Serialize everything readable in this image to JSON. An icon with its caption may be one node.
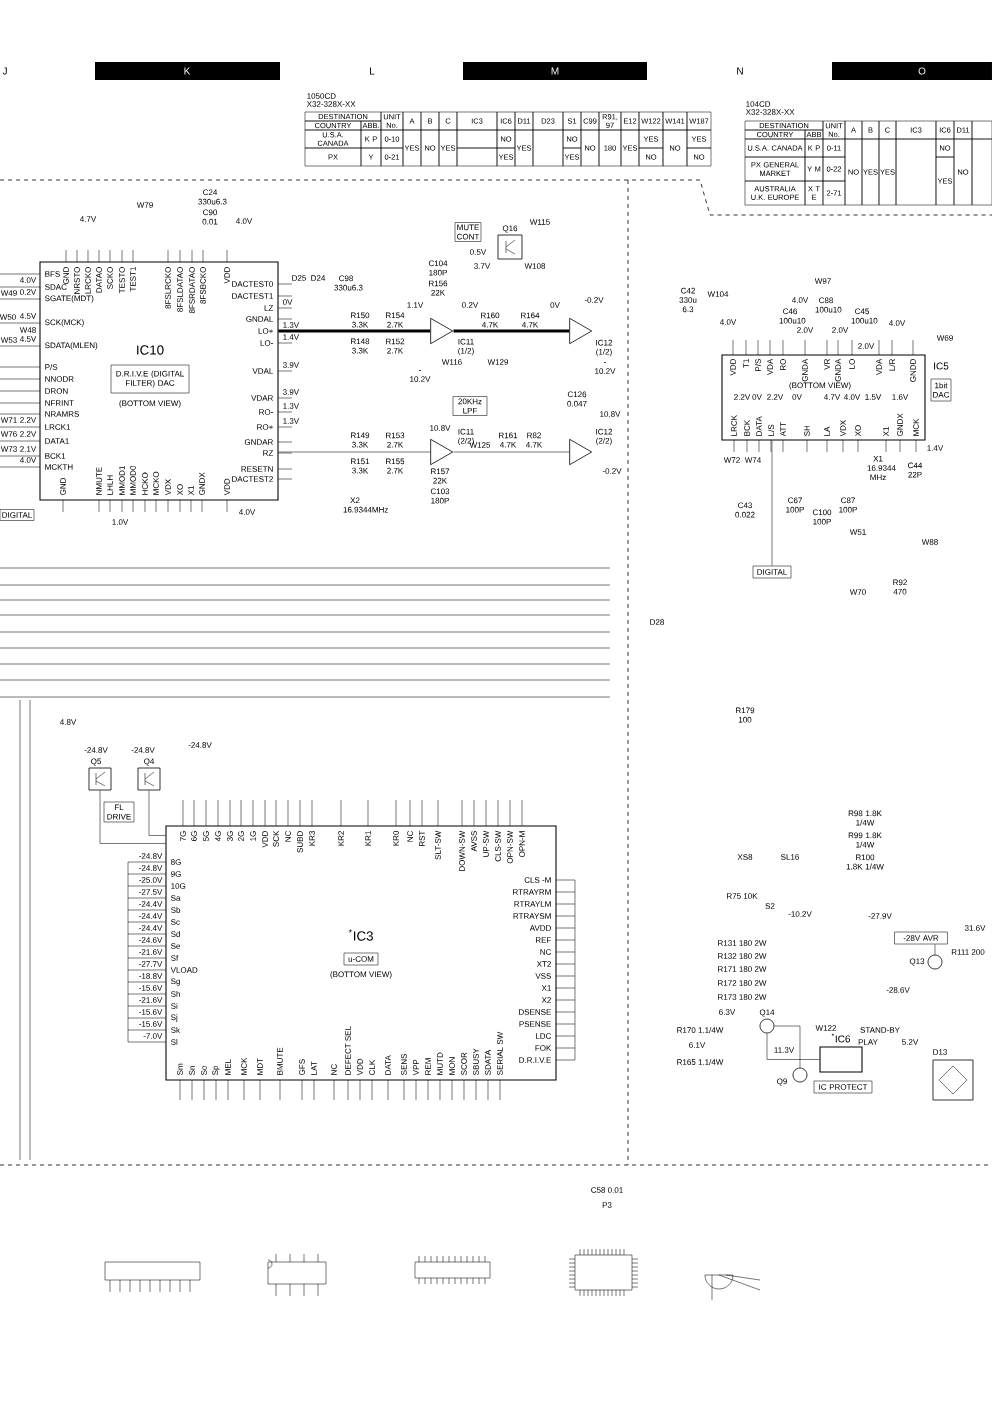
{
  "diagram": {
    "nodes": [
      {
        "text": [
          "IC10",
          "(BOTTOM VIEW)"
        ]
      },
      {
        "text": [
          "D.R.I.V.E (DIGITAL FILTER) DAC"
        ],
        "in": 0
      },
      {
        "text": [],
        "shape": "triangle",
        "beside": [
          "IC11 (1/2)"
        ]
      },
      {
        "text": [],
        "shape": "triangle",
        "beside": [
          "IC11 (2/2)"
        ]
      },
      {
        "text": [],
        "shape": "triangle",
        "beside": [
          "IC12 (1/2)"
        ]
      },
      {
        "text": [],
        "shape": "triangle",
        "beside": [
          "IC12 (2/2)"
        ]
      },
      {
        "text": [
          "MUTE CONT"
        ]
      },
      {
        "text": [],
        "shape": "box",
        "beside": [
          "Q16"
        ]
      },
      {
        "text": [
          "20KHz LPF"
        ]
      },
      {
        "text": [
          "IC5",
          "(BOTTOM VIEW)"
        ]
      },
      {
        "text": [
          "1bit DAC"
        ]
      },
      {
        "text": [
          "DIGITAL"
        ]
      },
      {
        "text": [
          "$^{*}$IC3",
          "(BOTTOM VIEW)"
        ]
      },
      {
        "text": [
          "u-COM"
        ],
        "in": 12
      },
      {
        "text": [],
        "shape": "box",
        "beside": [
          "Q5"
        ]
      },
      {
        "text": [],
        "shape": "box",
        "beside": [
          "Q4"
        ]
      },
      {
        "text": [
          "FL DRIVE"
        ]
      },
      {
        "text": [
          "DIGITAL"
        ]
      },
      {
        "text": [
          "-28V AVR"
        ]
      },
      {
        "text": [],
        "shape": "circle",
        "beside": [
          "Q13"
        ]
      },
      {
        "text": [],
        "shape": "circle",
        "beside": [
          "Q14"
        ]
      },
      {
        "text": [],
        "shape": "circle",
        "beside": [
          "Q9"
        ]
      },
      {
        "text": [
          "$^{*}$IC6"
        ]
      },
      {
        "text": [
          "IC PROTECT"
        ]
      },
      {
        "text": [],
        "shape": "box",
        "beside": [
          "D13"
        ]
      }
    ],
    "edges": [
      {
        "from": 0,
        "to": 2,
        "arrow": "none",
        "style": "thick"
      },
      {
        "from": 0,
        "to": 3,
        "arrow": "none"
      },
      {
        "from": 2,
        "to": 4,
        "arrow": "none",
        "style": "thick"
      },
      {
        "from": 3,
        "to": 5,
        "arrow": "none"
      },
      {
        "from": 11,
        "to": 9,
        "arrow": "none"
      },
      {
        "from": 14,
        "to": 12,
        "arrow": "none"
      },
      {
        "from": 15,
        "to": 12,
        "arrow": "none"
      },
      {
        "from": 18,
        "to": 19,
        "arrow": "none"
      },
      {
        "from": 20,
        "to": 22,
        "arrow": "none"
      },
      {
        "from": 21,
        "to": 20,
        "arrow": "none"
      }
    ],
    "labels": [
      "J",
      "K",
      "L",
      "M",
      "N",
      "O",
      "1050CD",
      "X32-328X-XX",
      "DESTINATION",
      "UNIT No.",
      "A",
      "B",
      "C",
      "IC3",
      "IC6",
      "D11",
      "D23",
      "S1",
      "C99",
      "R91, 97",
      "E12",
      "W122",
      "W141",
      "W187",
      "COUNTRY",
      "ABB.",
      "U.S.A. CANADA",
      "K P",
      "0-10",
      "YES",
      "NO",
      "YES",
      "NO",
      "YES",
      "NO",
      "NO",
      "180",
      "YES",
      "YES",
      "NO",
      "YES",
      "PX",
      "Y",
      "0-21",
      "YES",
      "YES",
      "NO",
      "NO",
      "104CD",
      "X32-328X-XX",
      "DESTINATION",
      "UNIT No.",
      "A",
      "B",
      "C",
      "IC3",
      "IC6",
      "D11",
      "COUNTRY",
      "ABB",
      "U.S.A. CANADA",
      "K P",
      "0-11",
      "NO",
      "YES",
      "YES",
      "NO",
      "NO",
      "PX GENERAL MARKET",
      "Y M",
      "0-22",
      "YES",
      "AUSTRALIA U.K. EUROPE",
      "X T E",
      "2-71",
      "BFS",
      "SDAC",
      "SGATE(MDT)",
      "SCK(MCK)",
      "SDATA(MLEN)",
      "P/S",
      "NNODR",
      "DRON",
      "NFRINT",
      "NRAMRS",
      "LRCK1",
      "DATA1",
      "BCK1",
      "MCKTH",
      "DACTEST0",
      "DACTEST1",
      "LZ",
      "GNDAL",
      "LO+",
      "LO-",
      "VDAL",
      "VDAR",
      "RO-",
      "RO+",
      "GNDAR",
      "RZ",
      "RESETN",
      "DACTEST2",
      "GND",
      "NRSTO",
      "LRCKO",
      "DATAO",
      "SCKO",
      "TESTO",
      "TEST1",
      "8FSLRCKO",
      "8FSLDATAO",
      "8FSRDATAO",
      "8FSBCKO",
      "VDD",
      "GND",
      "NMUTE",
      "LHLH",
      "MMOD1",
      "MMOD0",
      "HCKO",
      "MCKO",
      "VDX",
      "XO",
      "X1",
      "GNDX",
      "VDD",
      "4.0V",
      "0.2V",
      "4.5V",
      "4.5V",
      "2.2V",
      "2.2V",
      "2.1V",
      "4.0V",
      "W49",
      "W50",
      "W48",
      "W53",
      "W71",
      "W76",
      "W73",
      "0V",
      "1.3V",
      "1.4V",
      "3.9V",
      "3.9V",
      "1.3V",
      "1.3V",
      "C24 330u6.3",
      "C90 0.01",
      "W79",
      "4.7V",
      "4.0V",
      "D25",
      "D24",
      "C98 330u6.3",
      "4.0V",
      "1.0V",
      "X2 16.9344MHz",
      "0.5V",
      "3.7V",
      "W108",
      "W115",
      "C104 180P",
      "R156 22K",
      "1.1V",
      "0.2V",
      "R150 3.3K",
      "R154 2.7K",
      "R160 4.7K",
      "R164 4.7K",
      "0V",
      "-0.2V",
      "R148 3.3K",
      "R152 2.7K",
      "W116",
      "W129",
      "-10.2V",
      "-10.2V",
      "10.8V",
      "R149 3.3K",
      "R153 2.7K",
      "W125",
      "R161 4.7K",
      "R82 4.7K",
      "R151 3.3K",
      "R155 2.7K",
      "R157 22K",
      "C103 180P",
      "C126 0.047",
      "10.8V",
      "-0.2V",
      "VDD",
      "T1",
      "P/S",
      "VDA",
      "RO",
      "GNDA",
      "VR",
      "GNDA",
      "LO",
      "VDA",
      "L/R",
      "GNDD",
      "LRCK",
      "BCK",
      "DATA",
      "L/S",
      "ATT",
      "SH",
      "LA",
      "VDX",
      "XO",
      "X1",
      "GNDX",
      "MCK",
      "4.0V",
      "4.0V",
      "2.0V",
      "2.0V",
      "2.0V",
      "4.0V",
      "2.2V",
      "0V",
      "2.2V",
      "0V",
      "4.7V",
      "4.0V",
      "1.5V",
      "1.6V",
      "1.4V",
      "C42 330u 6.3",
      "W104",
      "W97",
      "C46 100u10",
      "C88 100u10",
      "C45 100u10",
      "W69",
      "X1 16.9344 MHz",
      "C44 22P",
      "W72",
      "W74",
      "C43 0.022",
      "C67 100P",
      "C100 100P",
      "C87 100P",
      "W51",
      "W88",
      "W70",
      "R92 470",
      "7G",
      "6G",
      "5G",
      "4G",
      "3G",
      "2G",
      "1G",
      "VDD",
      "SCK",
      "NC",
      "SUBD",
      "KR3",
      "KR2",
      "KR1",
      "KR0",
      "NC",
      "RST",
      "SLT-SW",
      "DOWN-SW",
      "AVSS",
      "UP-SW",
      "CLS-SW",
      "OPN-SW",
      "OPN-M",
      "CLS -M",
      "RTRAYRM",
      "RTRAYLM",
      "RTRAYSM",
      "AVDD",
      "REF",
      "NC",
      "XT2",
      "VSS",
      "X1",
      "X2",
      "DSENSE",
      "PSENSE",
      "LDC",
      "FOK",
      "D.R.I.V.E",
      "Sm",
      "Sn",
      "So",
      "Sp",
      "MEL",
      "MCK",
      "MDT",
      "BMUTE",
      "GFS",
      "LAT",
      "NC",
      "DEFECT SEL",
      "VDD",
      "CLK",
      "DATA",
      "SENS",
      "VPP",
      "REM",
      "MUTD",
      "MON",
      "SCOR",
      "SBUSY",
      "SDATA",
      "SERIAL SW",
      "8G",
      "9G",
      "10G",
      "Sa",
      "Sb",
      "Sc",
      "Sd",
      "Se",
      "Sf",
      "VLOAD",
      "Sg",
      "Sh",
      "Si",
      "Sj",
      "Sk",
      "Sl",
      "-24.8V",
      "-24.8V",
      "-25.0V",
      "-27.5V",
      "-24.4V",
      "-24.4V",
      "-24.4V",
      "-24.6V",
      "-21.6V",
      "-27.7V",
      "-18.8V",
      "-15.6V",
      "-21.6V",
      "-15.6V",
      "-15.6V",
      "-7.0V",
      "4.8V",
      "-24.8V",
      "-24.8V",
      "-24.8V",
      "D28",
      "R179 100",
      "R98 1.8K 1/4W",
      "R99 1.8K 1/4W",
      "R100 1.8K 1/4W",
      "XS8",
      "SL16",
      "R75 10K",
      "S2",
      "-10.2V",
      "-27.9V",
      "R131 180 2W",
      "R132 180 2W",
      "R171 180 2W",
      "R172 180 2W",
      "R173 180 2W",
      "R111 200",
      "31.6V",
      "-28.6V",
      "6.3V",
      "R170 1.1/4W",
      "6.1V",
      "R165 1.1/4W",
      "11.3V",
      "STAND-BY",
      "PLAY",
      "W122",
      "5.2V",
      "C58 0.01",
      "P3"
    ]
  }
}
